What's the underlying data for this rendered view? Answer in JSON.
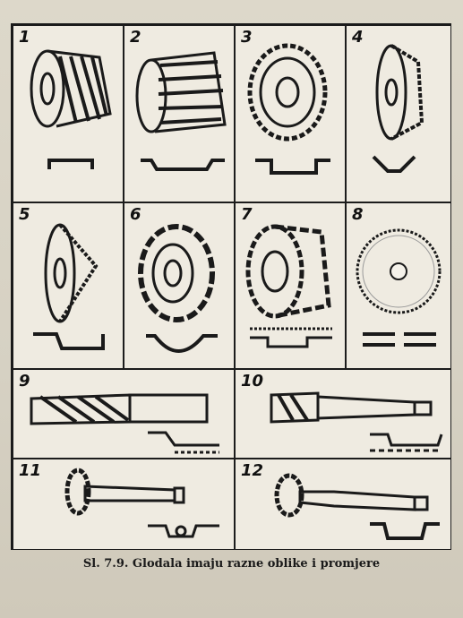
{
  "figure": {
    "panels": [
      {
        "number": "1",
        "icon": "helical-plain-cutter-icon"
      },
      {
        "number": "2",
        "icon": "shell-end-mill-icon"
      },
      {
        "number": "3",
        "icon": "side-face-cutter-icon"
      },
      {
        "number": "4",
        "icon": "double-angle-cutter-icon"
      },
      {
        "number": "5",
        "icon": "single-angle-cutter-icon"
      },
      {
        "number": "6",
        "icon": "convex-form-cutter-icon"
      },
      {
        "number": "7",
        "icon": "staggered-tooth-cutter-icon"
      },
      {
        "number": "8",
        "icon": "slitting-saw-icon"
      },
      {
        "number": "9",
        "icon": "end-mill-icon"
      },
      {
        "number": "10",
        "icon": "taper-shank-end-mill-icon"
      },
      {
        "number": "11",
        "icon": "t-slot-cutter-icon"
      },
      {
        "number": "12",
        "icon": "woodruff-cutter-icon"
      }
    ],
    "caption": "Sl. 7.9. Glodala imaju razne oblike i promjere"
  },
  "colors": {
    "ink": "#1a1a1a",
    "paper": "#ebe7dc"
  }
}
